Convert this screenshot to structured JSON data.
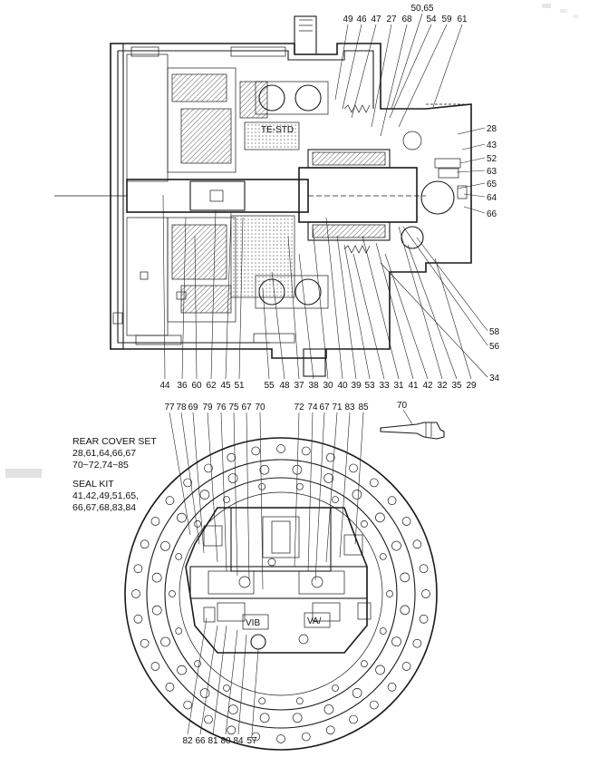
{
  "top_labels_row1": [
    "50,65"
  ],
  "top_labels_row2": [
    "49",
    "46",
    "47",
    "27",
    "68",
    "54",
    "59",
    "61"
  ],
  "right_labels": [
    "28",
    "43",
    "52",
    "63",
    "65",
    "64",
    "66"
  ],
  "right_lower_labels": [
    "58",
    "56",
    "34"
  ],
  "bottom_labels_top_view": [
    "44",
    "36",
    "60",
    "62",
    "45",
    "51",
    "55",
    "48",
    "37",
    "38",
    "30",
    "40",
    "39",
    "53",
    "33",
    "31",
    "41",
    "42",
    "32",
    "35",
    "29"
  ],
  "lower_top_labels_left": [
    "77",
    "78",
    "69",
    "79",
    "76",
    "75",
    "67",
    "70"
  ],
  "lower_top_labels_right": [
    "72",
    "74",
    "67",
    "71",
    "83",
    "85"
  ],
  "part_70_label": "70",
  "bottom_labels_lower_view": [
    "82",
    "66",
    "81",
    "80",
    "84",
    "57"
  ],
  "rear_cover_set": {
    "title": "REAR COVER SET",
    "line1": "28,61,64,66,67",
    "line2": "70~72,74~85"
  },
  "seal_kit": {
    "title": "SEAL KIT",
    "line1": "41,42,49,51,65,",
    "line2": "66,67,68,83,84"
  },
  "valve_marks": [
    "VIB",
    "VA/"
  ],
  "shaft_text": "TE-STD"
}
